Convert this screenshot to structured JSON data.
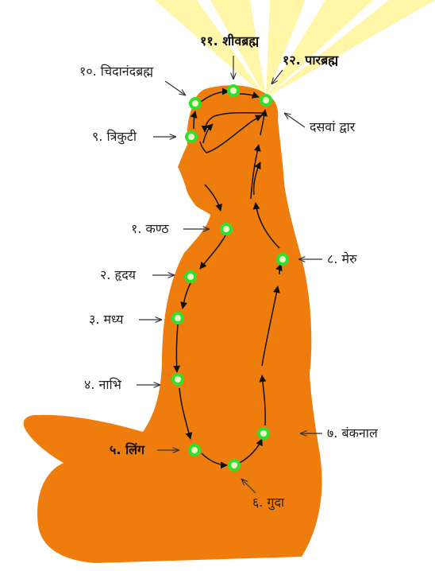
{
  "labels": {
    "shivbrahm": "११. शीवब्रह्म",
    "parbrahm": "१२. पारब्रह्म",
    "chidanand": "१०. चिदानंदब्रह्म",
    "dasvan": "दसवां द्वार",
    "trikuti": "९. त्रिकुटी",
    "kanth": "१. कण्ठ",
    "meru": "८. मेरु",
    "hriday": "२. हृदय",
    "madhya": "३. मध्य",
    "nabhi": "४. नाभि",
    "bankanal": "७. बंकनाल",
    "ling": "५. लिंग",
    "guda": "६. गुदा"
  },
  "colors": {
    "body": "#ee7d0e",
    "node_outer": "#2fe02f",
    "node_inner": "#f4f8c8",
    "rays": "#fff6a8",
    "path": "#111111"
  },
  "icons": {
    "node": "green-ring-dot",
    "pointer": "arrow-icon",
    "rays": "light-rays"
  }
}
